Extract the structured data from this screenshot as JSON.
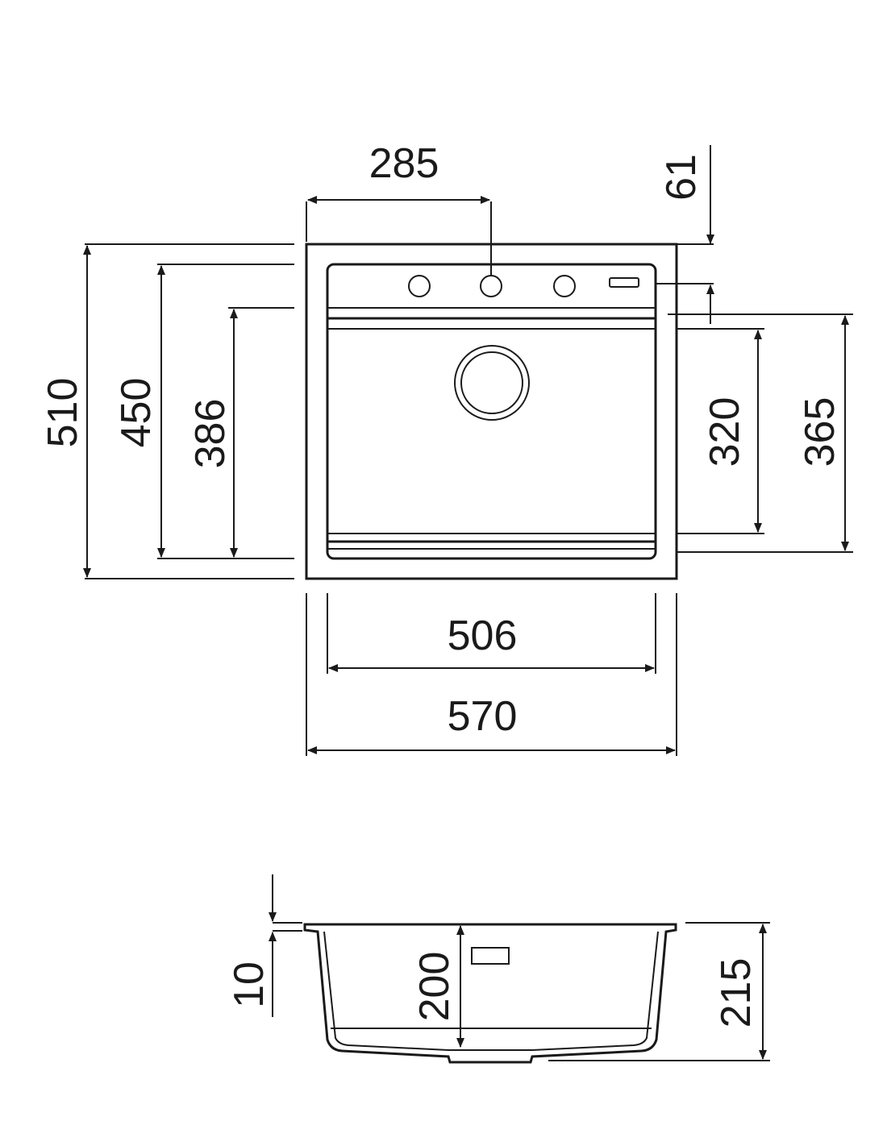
{
  "top_view": {
    "dim_faucet_offset": "285",
    "dim_rear_ledge": "61",
    "dim_overall_depth": "510",
    "dim_bowl_depth_outer": "450",
    "dim_bowl_depth_inner": "386",
    "dim_bowl_depth_right_inner": "320",
    "dim_bowl_depth_right_outer": "365",
    "dim_bowl_width": "506",
    "dim_overall_width": "570"
  },
  "side_view": {
    "dim_rim_thickness": "10",
    "dim_bowl_depth": "200",
    "dim_overall_height": "215"
  }
}
